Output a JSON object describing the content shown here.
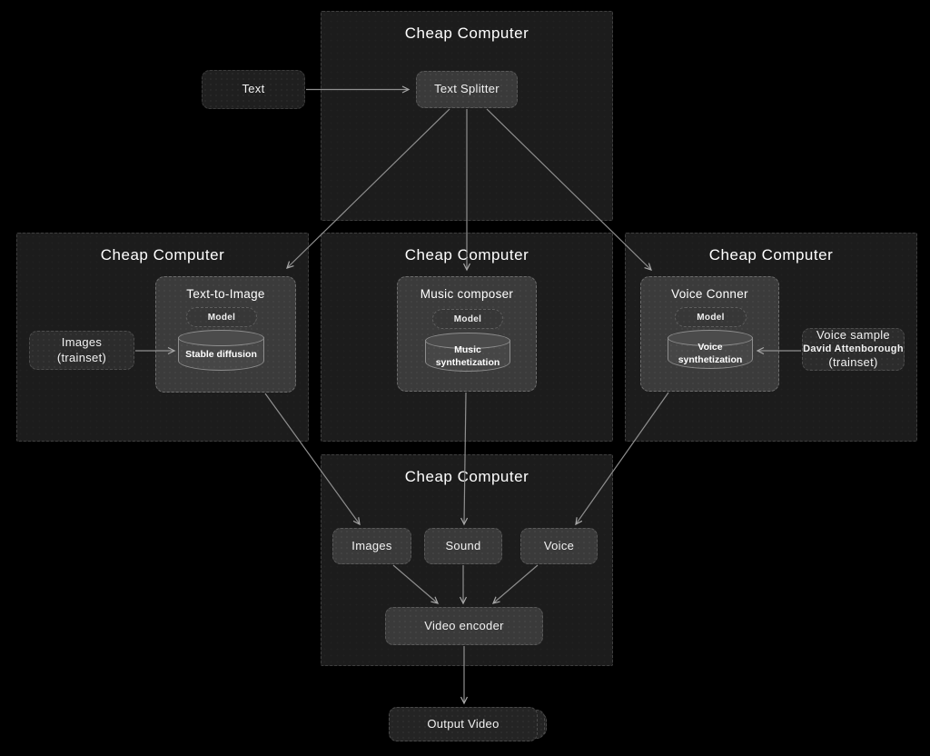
{
  "colors": {
    "canvas_bg": "#000000",
    "container_bg": "#1c1c1c",
    "container_border": "#3f3f3f",
    "panel_bg": "#3b3b3b",
    "node_bg": "#3a3a3a",
    "cylinder_bg": "#464646",
    "arrow": "#8f8f8f",
    "text": "#ffffff"
  },
  "containers": {
    "top": {
      "title": "Cheap Computer"
    },
    "left": {
      "title": "Cheap Computer"
    },
    "middle": {
      "title": "Cheap Computer"
    },
    "right": {
      "title": "Cheap Computer"
    },
    "bottom": {
      "title": "Cheap Computer"
    }
  },
  "nodes": {
    "text_input": {
      "label": "Text"
    },
    "text_splitter": {
      "label": "Text Splitter"
    },
    "images_trainset": {
      "line1": "Images",
      "line2": "(trainset)"
    },
    "text_to_image": {
      "title": "Text-to-Image",
      "model": "Model",
      "engine": "Stable diffusion"
    },
    "music_composer": {
      "title": "Music composer",
      "model": "Model",
      "engine": "Music synthetization"
    },
    "voice_conner": {
      "title": "Voice Conner",
      "model": "Model",
      "engine": "Voice synthetization"
    },
    "voice_sample": {
      "line1": "Voice sample",
      "line2": "David Attenborough",
      "line3": "(trainset)"
    },
    "images_out": {
      "label": "Images"
    },
    "sound_out": {
      "label": "Sound"
    },
    "voice_out": {
      "label": "Voice"
    },
    "video_encoder": {
      "label": "Video encoder"
    },
    "output_video": {
      "label": "Output Video"
    }
  },
  "edges": [
    {
      "from": "text-input",
      "to": "text-splitter"
    },
    {
      "from": "text-splitter",
      "to": "text-to-image-panel"
    },
    {
      "from": "text-splitter",
      "to": "music-composer-panel"
    },
    {
      "from": "text-splitter",
      "to": "voice-conner-panel"
    },
    {
      "from": "images-trainset",
      "to": "stable-diffusion-cylinder"
    },
    {
      "from": "voice-sample",
      "to": "voice-synthetization-cylinder"
    },
    {
      "from": "text-to-image-panel",
      "to": "images-out"
    },
    {
      "from": "music-composer-panel",
      "to": "sound-out"
    },
    {
      "from": "voice-conner-panel",
      "to": "voice-out"
    },
    {
      "from": "images-out",
      "to": "video-encoder"
    },
    {
      "from": "sound-out",
      "to": "video-encoder"
    },
    {
      "from": "voice-out",
      "to": "video-encoder"
    },
    {
      "from": "video-encoder",
      "to": "output-video"
    }
  ]
}
